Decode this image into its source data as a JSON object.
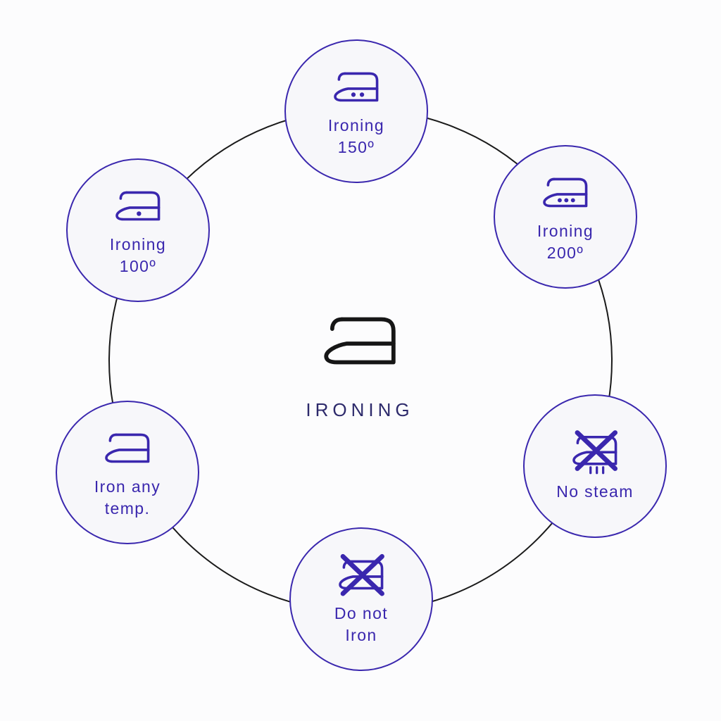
{
  "title": "Ironing care symbols diagram",
  "colors": {
    "accent": "#3a27ae",
    "node_background": "#f7f7fa",
    "ring": "#1a1a1a",
    "center_text": "#2d2a6b",
    "background": "#fcfcfd"
  },
  "center": {
    "label": "IRONING",
    "icon": "iron-icon"
  },
  "nodes": [
    {
      "icon": "iron-two-dots-icon",
      "line1": "Ironing",
      "line2": "150º"
    },
    {
      "icon": "iron-three-dots-icon",
      "line1": "Ironing",
      "line2": "200º"
    },
    {
      "icon": "iron-no-steam-icon",
      "line1": "No steam",
      "line2": ""
    },
    {
      "icon": "iron-crossed-icon",
      "line1": "Do not",
      "line2": "Iron"
    },
    {
      "icon": "iron-plain-icon",
      "line1": "Iron any",
      "line2": "temp."
    },
    {
      "icon": "iron-one-dot-icon",
      "line1": "Ironing",
      "line2": "100º"
    }
  ]
}
